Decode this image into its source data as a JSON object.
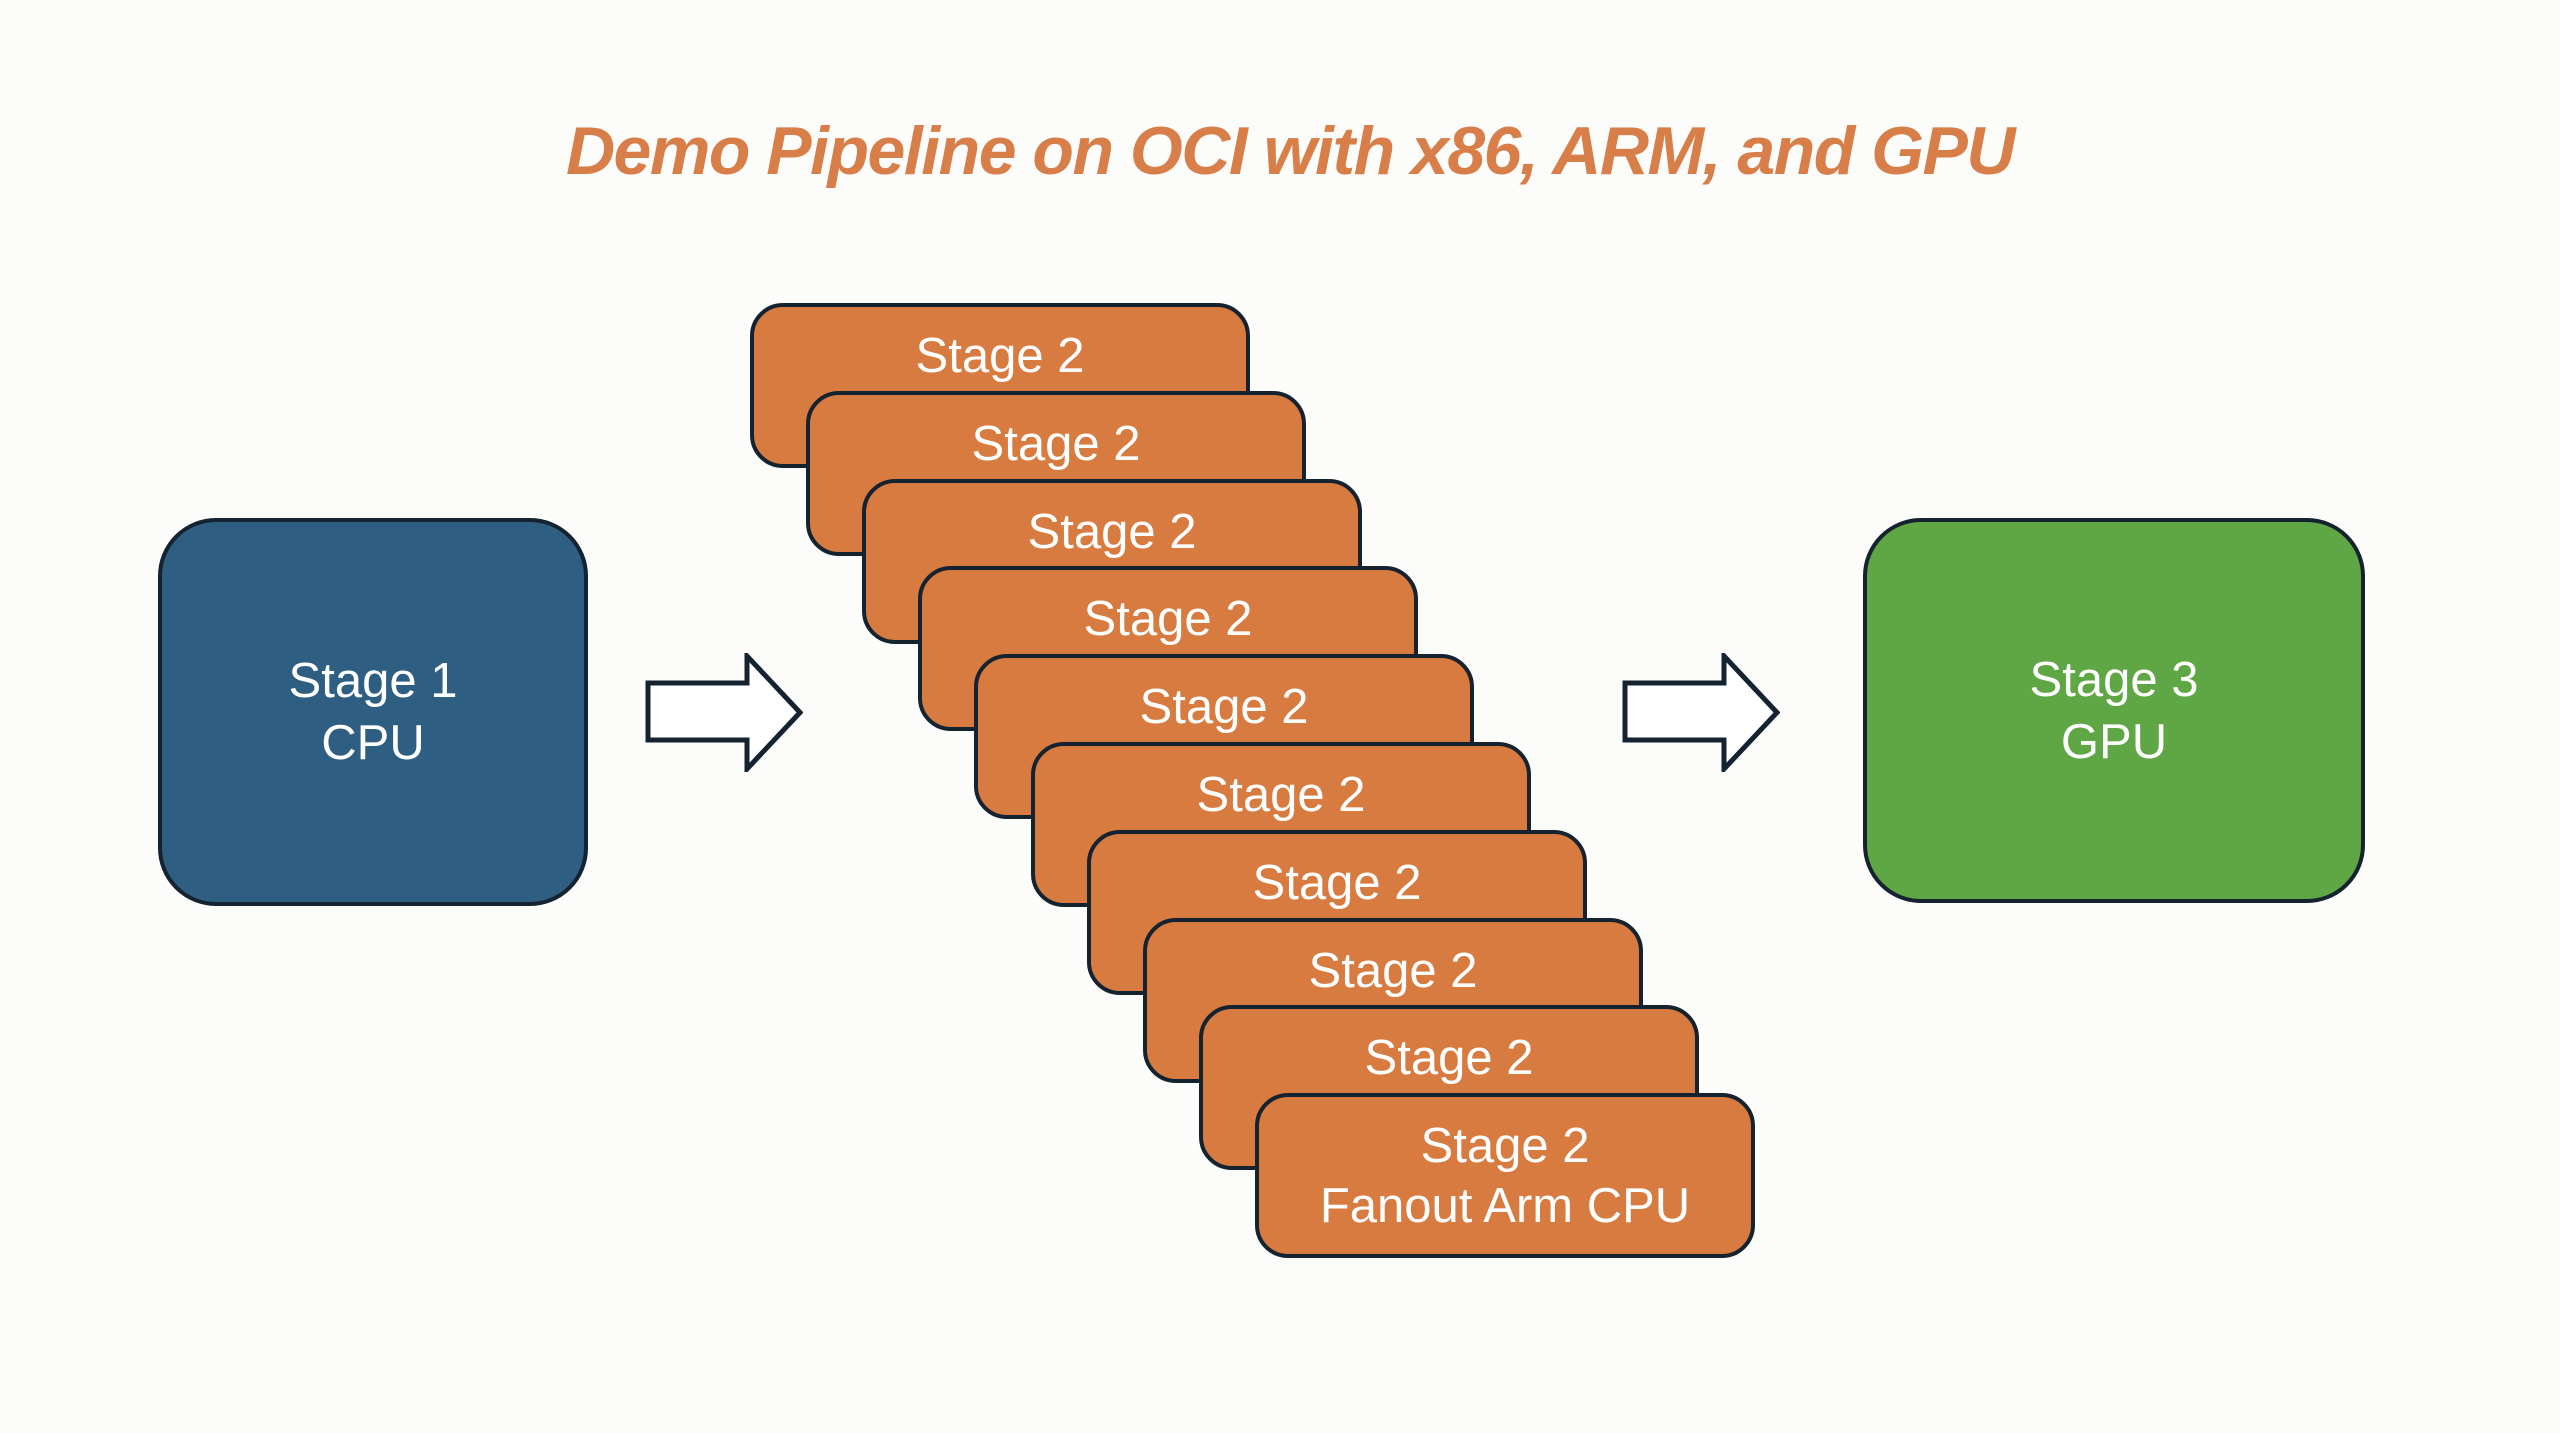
{
  "title": "Demo Pipeline on OCI with x86, ARM, and GPU",
  "colors": {
    "background": "#FCFCFB",
    "title": "#D77E49",
    "stage1_fill": "#2E5F83",
    "stage2_fill": "#D87B40",
    "stage3_fill": "#5FA644",
    "box_border": "#15222F",
    "box_text": "#FFFFFF",
    "arrow_fill": "#FFFFFF",
    "arrow_border": "#15222F"
  },
  "stage1": {
    "lines": [
      "Stage 1",
      "CPU"
    ]
  },
  "stage2": {
    "boxes": [
      {
        "lines": [
          "Stage 2"
        ]
      },
      {
        "lines": [
          "Stage 2"
        ]
      },
      {
        "lines": [
          "Stage 2"
        ]
      },
      {
        "lines": [
          "Stage 2"
        ]
      },
      {
        "lines": [
          "Stage 2"
        ]
      },
      {
        "lines": [
          "Stage 2"
        ]
      },
      {
        "lines": [
          "Stage 2"
        ]
      },
      {
        "lines": [
          "Stage 2"
        ]
      },
      {
        "lines": [
          "Stage 2"
        ]
      },
      {
        "lines": [
          "Stage 2",
          "Fanout Arm CPU"
        ]
      }
    ]
  },
  "stage3": {
    "lines": [
      "Stage 3",
      "GPU"
    ]
  }
}
